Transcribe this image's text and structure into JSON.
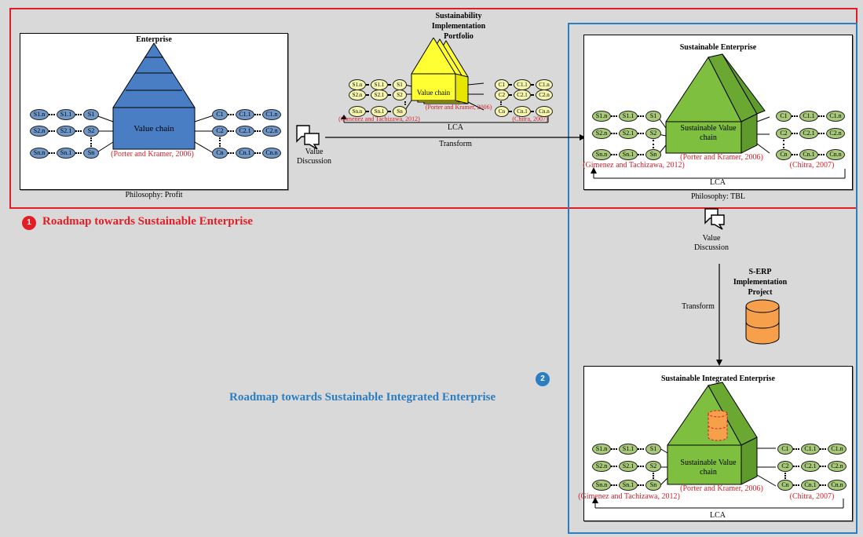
{
  "colors": {
    "red": "#e21d24",
    "blue": "#2b7ec1",
    "pyramid_blue": "#4a7ec4",
    "pyramid_yellow": "#ffff33",
    "pyramid_green": "#7fbf3f"
  },
  "enterprise": {
    "title": "Enterprise",
    "value_chain": "Value chain",
    "citation": "(Porter and Kramer, 2006)",
    "philosophy": "Philosophy: Profit",
    "left_nodes": [
      [
        "S1.n",
        "S1.1",
        "S1"
      ],
      [
        "S2.n",
        "S2.1",
        "S2"
      ],
      [
        "Sn.n",
        "Sn.1",
        "Sn"
      ]
    ],
    "right_nodes": [
      [
        "C1",
        "C1.1",
        "C1.n"
      ],
      [
        "C2",
        "C2.1",
        "C2.n"
      ],
      [
        "Cn",
        "Cn.1",
        "Cn.n"
      ]
    ]
  },
  "portfolio": {
    "title": "Sustainability Implementation Portfolio",
    "value_chain": "Value chain",
    "citation": "(Porter and Kramer, 2006)",
    "citation_left": "(Gimenez and Tachizawa, 2012)",
    "citation_right": "(Chitra, 2007)",
    "lca": "LCA",
    "left_nodes": [
      [
        "S1.n",
        "S1.1",
        "S1"
      ],
      [
        "S2.n",
        "S2.1",
        "S2"
      ],
      [
        "Sn.n",
        "Sn.1",
        "Sn"
      ]
    ],
    "right_nodes": [
      [
        "C1",
        "C1.1",
        "C1.n"
      ],
      [
        "C2",
        "C2.1",
        "C2.n"
      ],
      [
        "Cn",
        "Cn.1",
        "Cn.n"
      ]
    ]
  },
  "sustainable": {
    "title": "Sustainable Enterprise",
    "value_chain": "Sustainable Value chain",
    "citation": "(Porter and Kramer, 2006)",
    "citation_left": "(Gimenez and Tachizawa, 2012)",
    "citation_right": "(Chitra, 2007)",
    "lca": "LCA",
    "philosophy": "Philosophy: TBL",
    "left_nodes": [
      [
        "S1.n",
        "S1.1",
        "S1"
      ],
      [
        "S2.n",
        "S2.1",
        "S2"
      ],
      [
        "Sn.n",
        "Sn.1",
        "Sn"
      ]
    ],
    "right_nodes": [
      [
        "C1",
        "C1.1",
        "C1.n"
      ],
      [
        "C2",
        "C2.1",
        "C2.n"
      ],
      [
        "Cn",
        "Cn.1",
        "Cn.n"
      ]
    ]
  },
  "integrated": {
    "title": "Sustainable Integrated Enterprise",
    "value_chain": "Sustainable Value chain",
    "citation": "(Porter and Kramer, 2006)",
    "citation_left": "(Gimenez and Tachizawa, 2012)",
    "citation_right": "(Chitra, 2007)",
    "lca": "LCA",
    "left_nodes": [
      [
        "S1.n",
        "S1.1",
        "S1"
      ],
      [
        "S2.n",
        "S2.1",
        "S2"
      ],
      [
        "Sn.n",
        "Sn.1",
        "Sn"
      ]
    ],
    "right_nodes": [
      [
        "C1",
        "C1.1",
        "C1.n"
      ],
      [
        "C2",
        "C2.1",
        "C2.n"
      ],
      [
        "Cn",
        "Cn.1",
        "Cn.n"
      ]
    ]
  },
  "flow": {
    "value_discussion_1": "Value Discussion",
    "transform_1": "Transform",
    "value_discussion_2": "Value Discussion",
    "transform_2": "Transform",
    "serp": "S-ERP Implementation Project"
  },
  "roadmaps": {
    "r1_num": "1",
    "r1": "Roadmap towards Sustainable Enterprise",
    "r2_num": "2",
    "r2": "Roadmap towards Sustainable Integrated Enterprise"
  }
}
